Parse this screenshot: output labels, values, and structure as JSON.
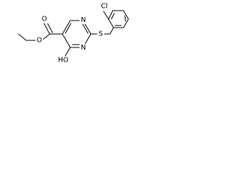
{
  "molecule": {
    "atom_labels": {
      "n_ring_top": "N",
      "n_ring_bottom": "N",
      "s_thioether": "S",
      "cl": "Cl",
      "o_carbonyl": "O",
      "o_ester": "O",
      "oh": "HO"
    }
  },
  "colors": {
    "bond": "#000000",
    "label": "#000000",
    "background": "#ffffff"
  }
}
